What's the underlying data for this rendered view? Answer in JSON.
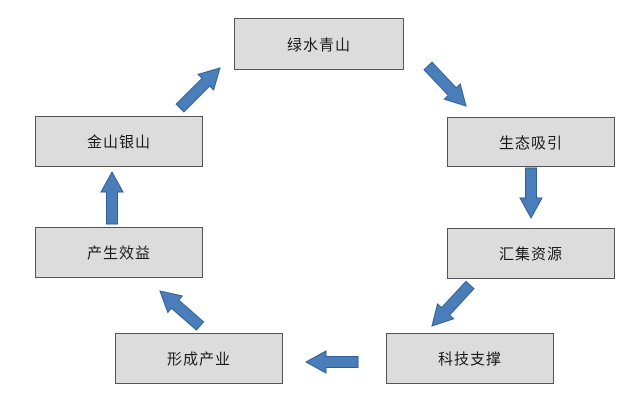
{
  "diagram": {
    "nodes": [
      {
        "id": "n1",
        "label": "绿水青山"
      },
      {
        "id": "n2",
        "label": "生态吸引"
      },
      {
        "id": "n3",
        "label": "汇集资源"
      },
      {
        "id": "n4",
        "label": "科技支撑"
      },
      {
        "id": "n5",
        "label": "形成产业"
      },
      {
        "id": "n6",
        "label": "产生效益"
      },
      {
        "id": "n7",
        "label": "金山银山"
      }
    ],
    "colors": {
      "box_fill": "#dcdcdc",
      "box_border": "#555555",
      "arrow_fill": "#4a7ebb",
      "arrow_stroke": "#2f5f96"
    }
  }
}
